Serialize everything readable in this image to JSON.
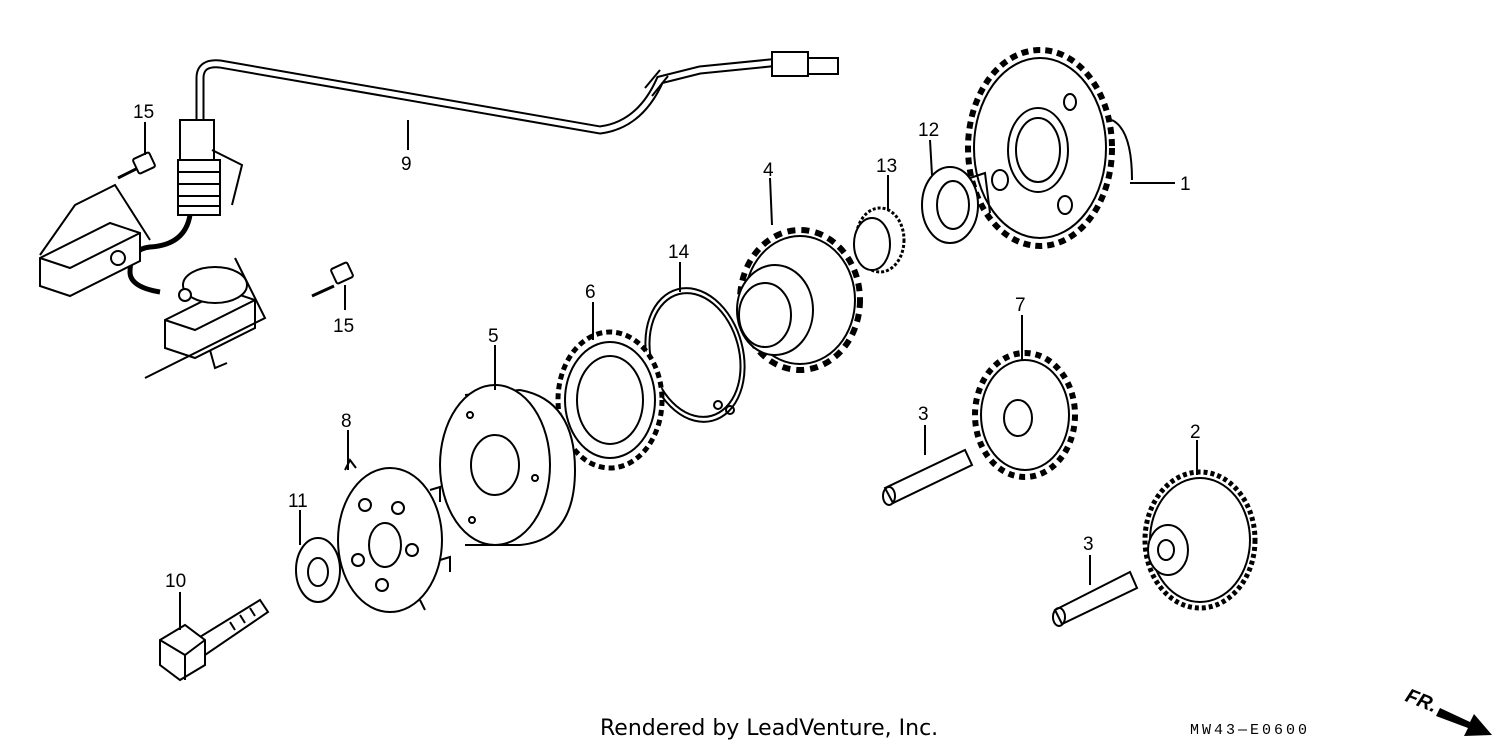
{
  "diagram": {
    "callouts": {
      "p1": "1",
      "p2": "2",
      "p3a": "3",
      "p3b": "3",
      "p4": "4",
      "p5": "5",
      "p6": "6",
      "p7": "7",
      "p8": "8",
      "p9": "9",
      "p10": "10",
      "p11": "11",
      "p12": "12",
      "p13": "13",
      "p14": "14",
      "p15a": "15",
      "p15b": "15"
    },
    "footer_credit": "Rendered by LeadVenture, Inc.",
    "diagram_code": "MW43—E0600",
    "direction_label": "FR.",
    "direction_icon": "arrow-down-right-icon",
    "line_color": "#000000",
    "background": "#ffffff"
  }
}
